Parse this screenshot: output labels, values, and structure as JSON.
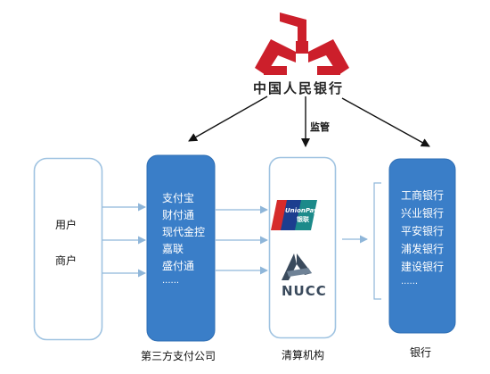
{
  "regulator": {
    "name": "中国人民银行",
    "logo": "pboc-logo"
  },
  "supervise_label": "监管",
  "users": {
    "items": [
      "用户",
      "商户"
    ]
  },
  "third_party": {
    "items": [
      "支付宝",
      "财付通",
      "现代金控",
      "嘉联",
      "盛付通",
      "......"
    ],
    "caption": "第三方支付公司"
  },
  "clearing": {
    "caption": "清算机构",
    "unionpay": {
      "line1": "UnionPay",
      "line2": "银联"
    },
    "nucc": {
      "text": "NUCC"
    }
  },
  "banks": {
    "items": [
      "工商银行",
      "兴业银行",
      "平安银行",
      "浦发银行",
      "建设银行",
      "......"
    ],
    "caption": "银行"
  },
  "colors": {
    "brand_red": "#cc1f2b",
    "panel_blue": "#3a7ec8",
    "panel_border": "#9fc3e1",
    "arrow": "#111111",
    "flow_arrow": "#8fb6d9"
  }
}
